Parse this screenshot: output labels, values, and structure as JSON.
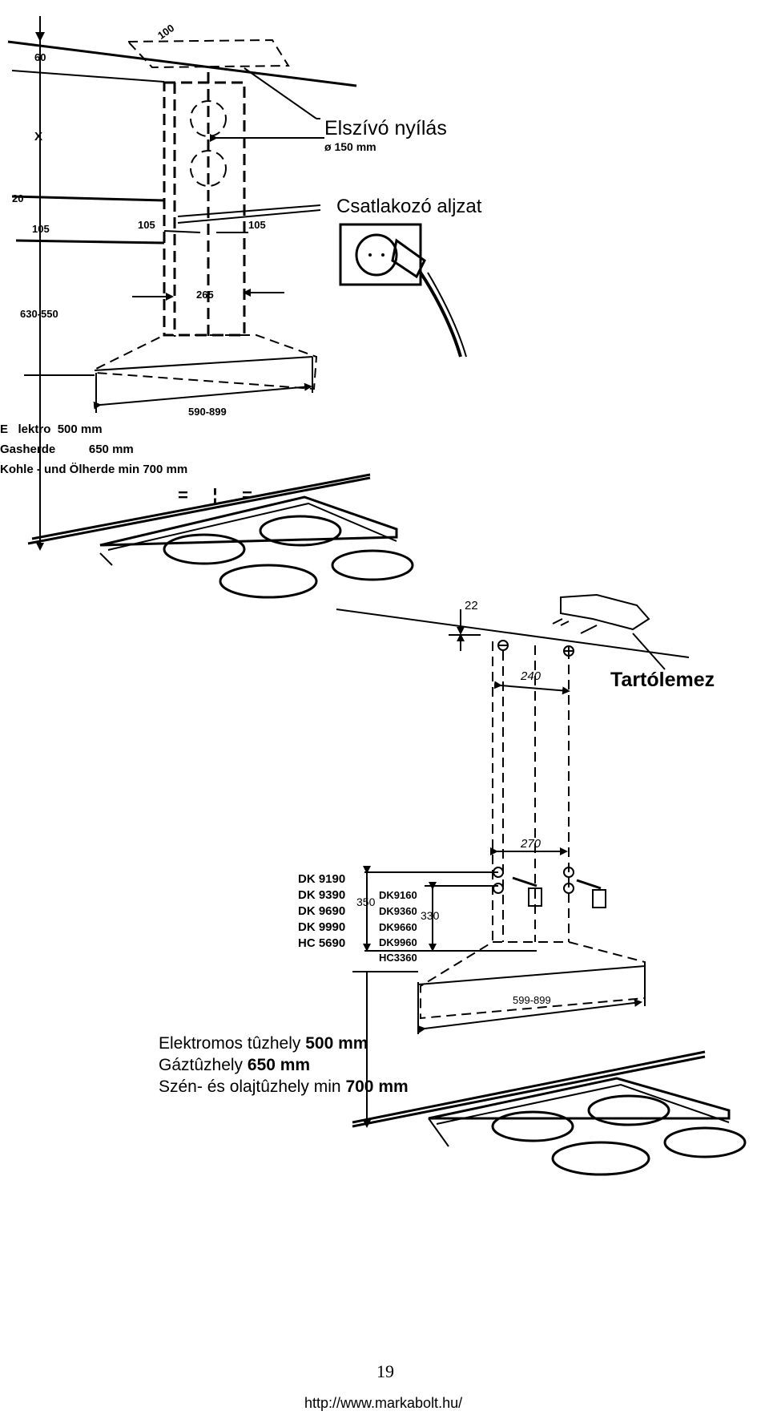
{
  "diagram1": {
    "dims": {
      "top_100": "100",
      "left_60": "60",
      "x": "X",
      "d20": "20",
      "d105_left": "105",
      "d105_mid": "105",
      "d105_right": "105",
      "range_height": "630-550",
      "width_265": "265",
      "hood_width": "590-899"
    },
    "exhaust_label": "Elszívó nyílás",
    "exhaust_diameter": "ø 150 mm",
    "socket_label": "Csatlakozó aljzat",
    "heights_de": [
      "E   lektro  500 mm",
      "Gasherde          650 mm",
      "Kohle - und Ölherde min 700 mm"
    ],
    "equal_marks": "=     ¦     ="
  },
  "diagram2": {
    "dims": {
      "d22": "22",
      "d240": "240",
      "d270": "270",
      "d350": "350",
      "d330": "330",
      "hood_width": "599-899"
    },
    "bracket_label": "Tartólemez",
    "models_350": [
      "DK 9190",
      "DK 9390",
      "DK 9690",
      "DK 9990",
      "HC 5690"
    ],
    "models_330": [
      "DK9160",
      "DK9360",
      "DK9660",
      "DK9960",
      "HC3360"
    ],
    "heights_hu": [
      {
        "label": "Elektromos tûzhely ",
        "value": "500 mm"
      },
      {
        "label": "Gáztûzhely ",
        "value": "650 mm"
      },
      {
        "label": "Szén- és olajtûzhely min ",
        "value": "700 mm"
      }
    ]
  },
  "footer": {
    "page_number": "19",
    "url": "http://www.markabolt.hu/"
  }
}
